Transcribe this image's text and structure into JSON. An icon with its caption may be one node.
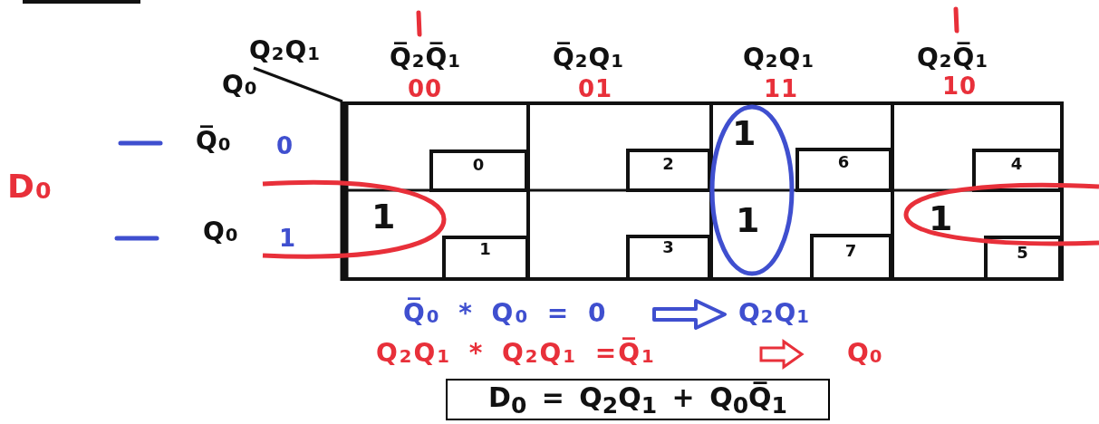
{
  "diagram": {
    "nodes": [
      {
        "text": [
          "D$_{0}$ = Q$_{2}$Q$_{1}$ + Q$_{0}$Q̅$_{1}$"
        ]
      }
    ],
    "edges": [],
    "labels": [
      "Q$_{2}$Q$_{1}$",
      "Q$_{0}$",
      "Q̅$_{2}$Q̅$_{1}$",
      "00",
      "Q̅$_{2}$Q$_{1}$",
      "01",
      "Q$_{2}$Q$_{1}$",
      "11",
      "Q$_{2}$Q̅$_{1}$",
      "10",
      "Q̅$_{0}$",
      "0",
      "D$_{0}$",
      "Q$_{0}$",
      "1",
      "0",
      "2",
      "1",
      "6",
      "4",
      "1",
      "1",
      "3",
      "1",
      "7",
      "1",
      "5",
      "Q̅$_{0}$ * Q$_{0}$ = 0",
      "Q$_{2}$Q$_{1}$",
      "Q$_{2}$Q$_{1}$ * Q$_{2}$Q$_{1}$ =Q̅$_{1}$",
      "Q$_{0}$"
    ]
  }
}
